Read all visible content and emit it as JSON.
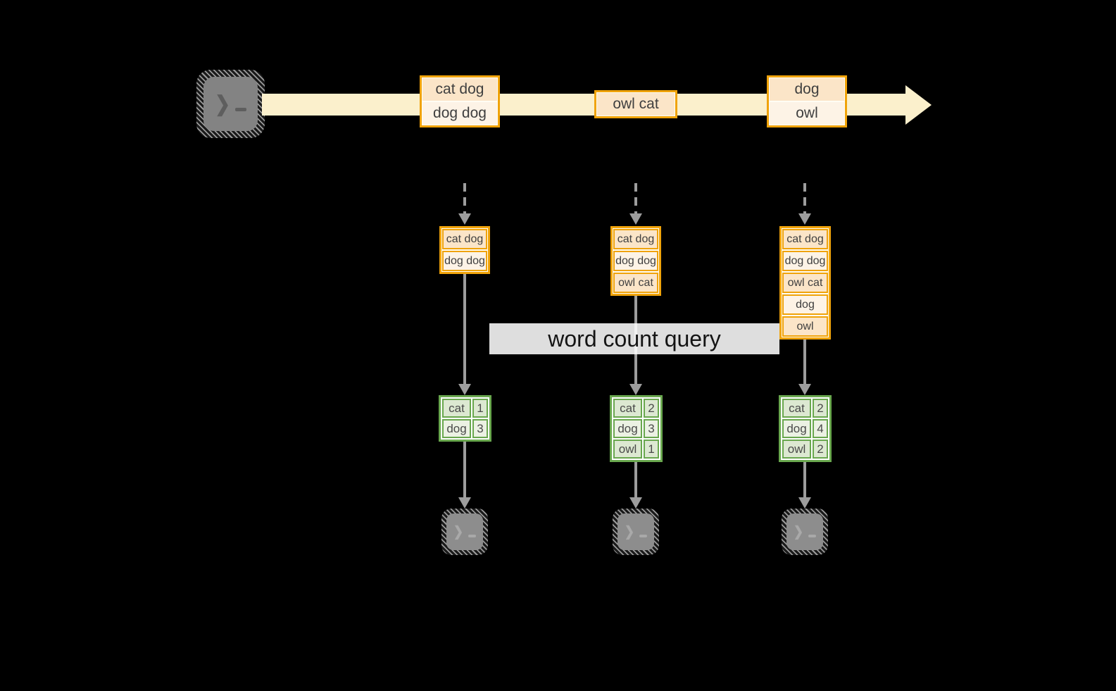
{
  "query_label": "word count query",
  "icons": {
    "prompt_chevron": "❯"
  },
  "stream": {
    "records": [
      {
        "rows": [
          "cat dog",
          "dog dog"
        ]
      },
      {
        "rows": [
          "owl cat"
        ]
      },
      {
        "rows": [
          "dog",
          "owl"
        ]
      }
    ]
  },
  "columns": [
    {
      "buffer": [
        "cat dog",
        "dog dog"
      ],
      "counts": [
        {
          "word": "cat",
          "count": "1"
        },
        {
          "word": "dog",
          "count": "3"
        }
      ]
    },
    {
      "buffer": [
        "cat dog",
        "dog dog",
        "owl cat"
      ],
      "counts": [
        {
          "word": "cat",
          "count": "2"
        },
        {
          "word": "dog",
          "count": "3"
        },
        {
          "word": "owl",
          "count": "1"
        }
      ]
    },
    {
      "buffer": [
        "cat dog",
        "dog dog",
        "owl cat",
        "dog",
        "owl"
      ],
      "counts": [
        {
          "word": "cat",
          "count": "2"
        },
        {
          "word": "dog",
          "count": "4"
        },
        {
          "word": "owl",
          "count": "2"
        }
      ]
    }
  ],
  "colors": {
    "background": "#000000",
    "stream_band": "#fbf0cc",
    "record_border": "#f0a30a",
    "record_fill_dark": "#fbe5c8",
    "record_fill_light": "#fdf3e6",
    "table_border": "#69a74e",
    "table_fill_dark": "#dce8d1",
    "table_fill_light": "#ebf1e3",
    "arrow_gray": "#9d9d9d",
    "terminal_gray": "#858585",
    "label_background": "#ffffff"
  }
}
